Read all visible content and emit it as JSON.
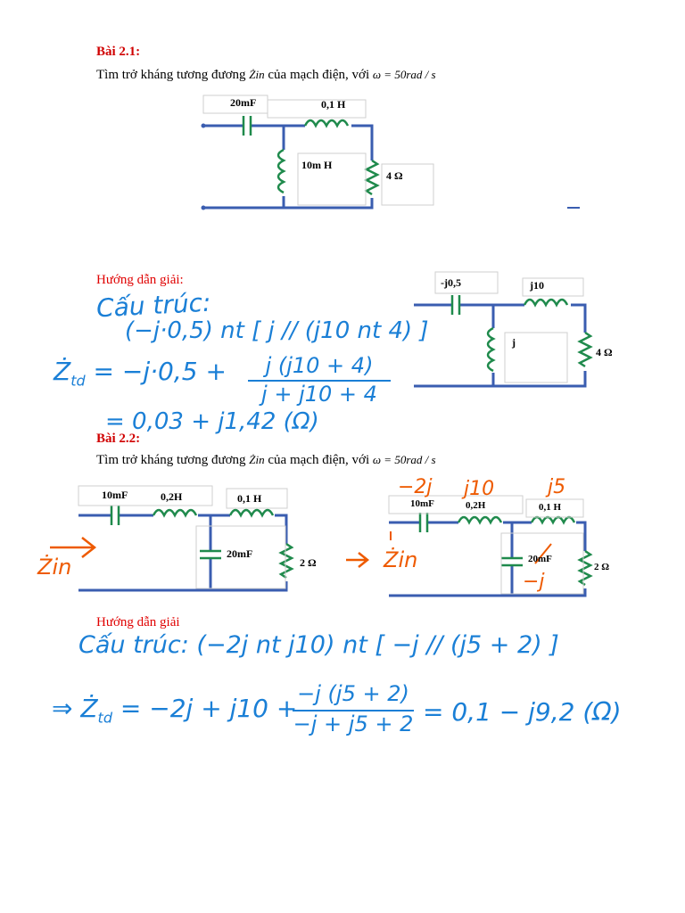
{
  "problem1": {
    "title": "Bài 2.1:",
    "statement": "Tìm trở kháng tương đương",
    "z_symbol": "Żin",
    "statement_tail": "của mạch điện, với",
    "omega": "ω = 50rad / s",
    "circuit": {
      "c1": "20mF",
      "l1": "0,1 H",
      "l2": "10m H",
      "r": "4 Ω"
    },
    "guide_title": "Hướng dẫn giải:",
    "impedance_circuit": {
      "c1": "-j0,5",
      "l1": "j10",
      "l2": "j",
      "r": "4 Ω"
    },
    "handwriting": {
      "line1": "Cấu trúc:",
      "line2": "(−j·0,5) nt [ j // (j10 nt 4) ]",
      "line3_left": "Ż",
      "line3_sub": "td",
      "line3_rest": "= −j·0,5 +",
      "frac_num": "j (j10 + 4)",
      "frac_den": "j + j10 + 4",
      "line4": "= 0,03 + j1,42 (Ω)"
    }
  },
  "problem2": {
    "title": "Bài 2.2:",
    "statement": "Tìm trở kháng tương đương",
    "z_symbol": "Żin",
    "statement_tail": "của mạch điện, với",
    "omega": "ω = 50rad / s",
    "circuit": {
      "c1": "10mF",
      "l1": "0,2H",
      "l2": "0,1 H",
      "c2": "20mF",
      "r": "2 Ω"
    },
    "arrow_label": "Żin",
    "impedance_circuit": {
      "c1": "10mF",
      "l1": "0,2H",
      "l2": "0,1 H",
      "c2": "20mF",
      "r": "2 Ω",
      "z_c1": "−2j",
      "z_l1": "j10",
      "z_l2": "j5",
      "z_c2": "−j"
    },
    "guide_title": "Hướng dẫn giải",
    "handwriting": {
      "line1": "Cấu trúc:  (−2j nt j10) nt [ −j // (j5 + 2) ]",
      "line2_left": "⇒ Ż",
      "line2_sub": "td",
      "line2_rest": "= −2j + j10 +",
      "frac_num": "−j (j5 + 2)",
      "frac_den": "−j + j5 + 2",
      "result": "= 0,1 − j9,2  (Ω)"
    }
  },
  "colors": {
    "wire": "#3a5db0",
    "component": "#1f8a4c",
    "ink_blue": "#1a7fd6",
    "ink_orange": "#ee5a00",
    "title_red": "#d00000"
  }
}
